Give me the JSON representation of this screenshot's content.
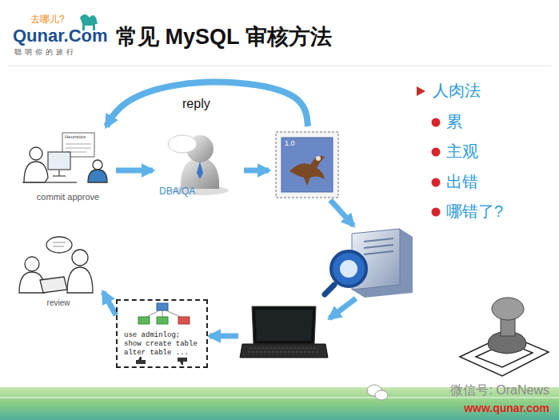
{
  "diagram": {
    "title": "常见 MySQL 审核方法",
    "nodes": [
      {
        "text": [
          "commit approve"
        ]
      },
      {
        "text": [
          "DBA/QA"
        ]
      },
      {
        "text": [
          "1.0"
        ]
      },
      {
        "text": []
      },
      {
        "text": []
      },
      {
        "text": [
          "use adminlog; show create table alter table ..."
        ]
      },
      {
        "text": [
          "review"
        ]
      }
    ],
    "edges": [
      {
        "from": 0,
        "to": 1,
        "arrow": "to"
      },
      {
        "from": 1,
        "to": 2,
        "arrow": "to"
      },
      {
        "from": 2,
        "to": 0,
        "label": "reply",
        "arrow": "to"
      },
      {
        "from": 2,
        "to": 3,
        "arrow": "to"
      },
      {
        "from": 3,
        "to": 4,
        "arrow": "to"
      },
      {
        "from": 4,
        "to": 5,
        "arrow": "to"
      },
      {
        "from": 5,
        "to": 6,
        "arrow": "to"
      }
    ],
    "labels": [
      "去哪儿?",
      "Qunar.Com",
      "聪明你的旅行",
      "人肉法",
      "累",
      "主观",
      "出错",
      "哪错了?",
      "Heuristics",
      "微信号: OraNews",
      "www.qunar.com"
    ]
  }
}
